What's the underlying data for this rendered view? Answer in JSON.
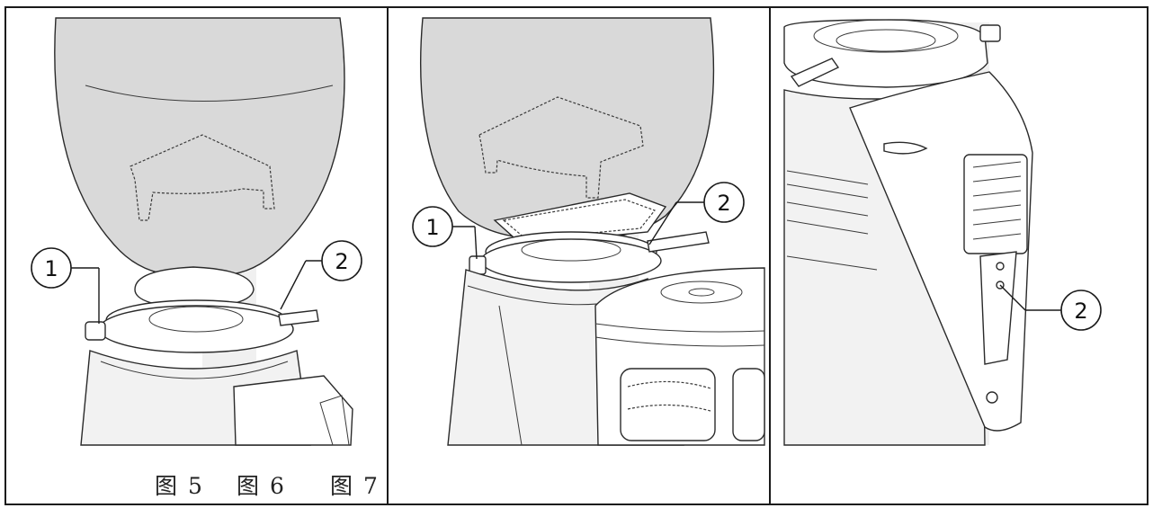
{
  "panels": [
    {
      "callouts": [
        "1",
        "2"
      ]
    },
    {
      "callouts": [
        "1",
        "2"
      ]
    },
    {
      "callouts": [
        "2"
      ]
    }
  ],
  "captions": [
    "图 5",
    "图 6",
    "图 7"
  ]
}
